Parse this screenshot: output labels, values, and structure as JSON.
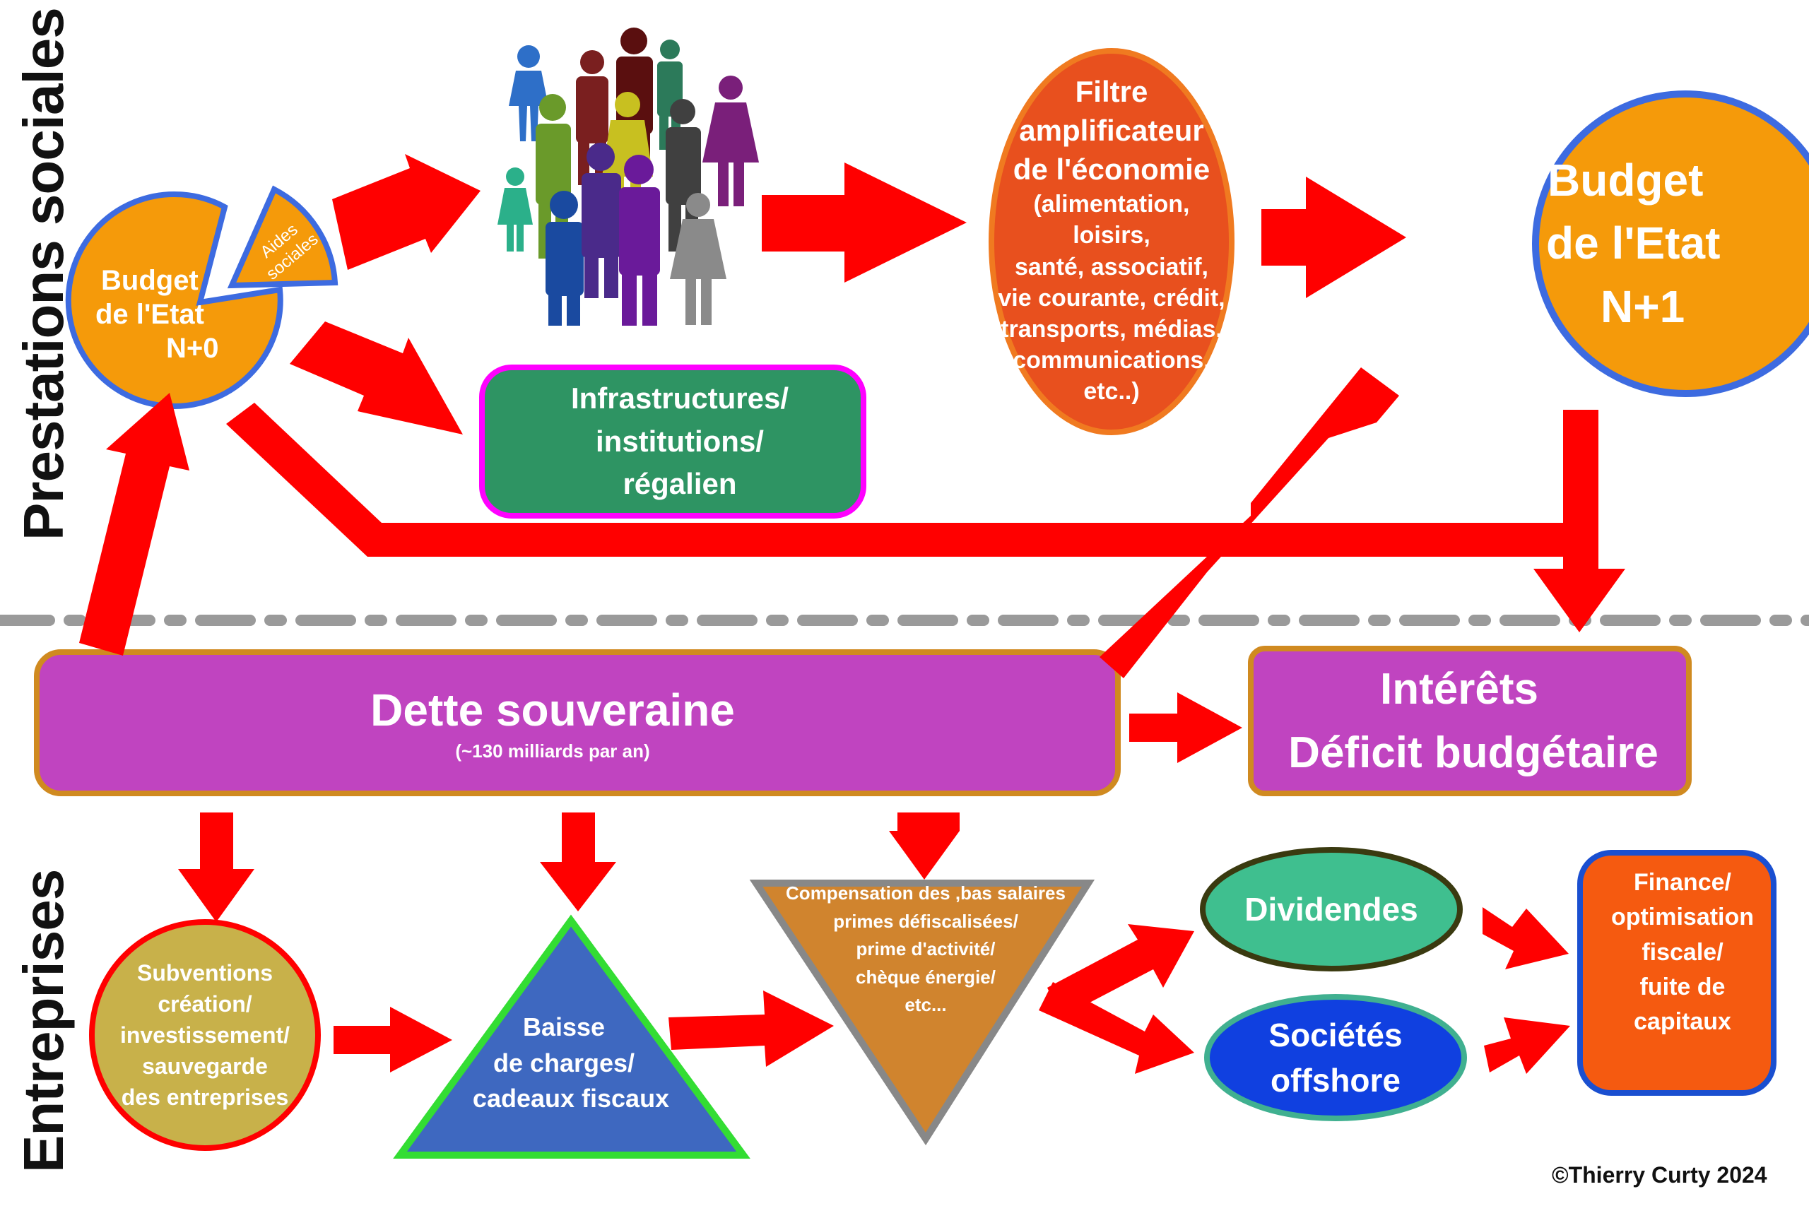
{
  "sections": {
    "top_label": "Prestations sociales",
    "bottom_label": "Entreprises"
  },
  "budget_n0": {
    "lines": [
      "Budget",
      "de l'Etat",
      "N+0"
    ],
    "slice_lines": [
      "Aides",
      "sociales"
    ]
  },
  "filtre": {
    "lines": [
      "Filtre",
      "amplificateur",
      "de l'économie",
      "(alimentation, loisirs,",
      "santé, associatif,",
      "vie courante, crédit,",
      "transports, médias,",
      "communications,",
      "etc..)"
    ]
  },
  "budget_n1": {
    "lines": [
      "Budget",
      "de l'Etat",
      "N+1"
    ]
  },
  "infrastructures": {
    "lines": [
      "Infrastructures/",
      "institutions/",
      "régalien"
    ]
  },
  "dette": {
    "title": "Dette souveraine",
    "subtitle": "(~130 milliards par an)"
  },
  "interets": {
    "lines": [
      "Intérêts",
      "Déficit budgétaire"
    ]
  },
  "subventions": {
    "lines": [
      "Subventions",
      "création/",
      "investissement/",
      "sauvegarde",
      "des entreprises"
    ]
  },
  "baisse": {
    "lines": [
      "Baisse",
      "de charges/",
      "cadeaux fiscaux"
    ]
  },
  "compensation": {
    "lines": [
      "Compensation des ,bas salaires",
      "primes défiscalisées/",
      "prime d'activité/",
      "chèque énergie/",
      "etc..."
    ]
  },
  "dividendes": {
    "label": "Dividendes"
  },
  "offshore": {
    "lines": [
      "Sociétés",
      "offshore"
    ]
  },
  "finance": {
    "lines": [
      "Finance/",
      "optimisation",
      "fiscale/",
      "fuite de",
      "capitaux"
    ]
  },
  "copyright": "©Thierry Curty 2024",
  "colors": {
    "arrow": "#ff0000",
    "budget_orange": "#f59a0a",
    "budget_border": "#3d6be0",
    "filtre_fill": "#e8501e",
    "infra_fill": "#2e9463",
    "infra_border": "#ff00ff",
    "dette_fill": "#c044c0",
    "dette_border": "#d08a20",
    "subventions_fill": "#c8b14a",
    "subventions_border": "#ff0000",
    "baisse_fill": "#3e68c0",
    "baisse_border": "#33dd33",
    "compensation_fill": "#d0842e",
    "compensation_border": "#888888",
    "dividendes_fill": "#3fbf8f",
    "dividendes_border": "#3a3a10",
    "offshore_fill": "#1040e0",
    "offshore_border": "#40b090",
    "finance_fill": "#f55a10",
    "finance_border": "#1a4fd0",
    "divider": "#9a9a9a"
  },
  "people_icon": "crowd-of-people-icon"
}
